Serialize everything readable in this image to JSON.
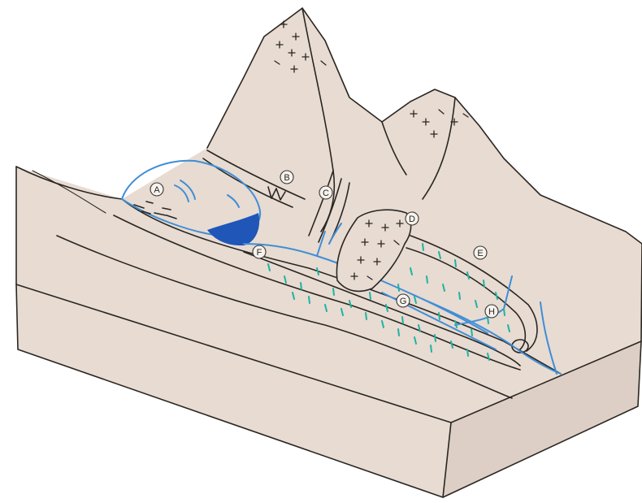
{
  "labels": [
    {
      "id": "A",
      "text": "A"
    },
    {
      "id": "B",
      "text": "B"
    },
    {
      "id": "C",
      "text": "C"
    },
    {
      "id": "D",
      "text": "D"
    },
    {
      "id": "E",
      "text": "E"
    },
    {
      "id": "F",
      "text": "F"
    },
    {
      "id": "G",
      "text": "G"
    },
    {
      "id": "H",
      "text": "H"
    }
  ],
  "colors": {
    "land": "#e7dbd2",
    "ink": "#2a2622",
    "water": "#3f8ed6",
    "lake_deep": "#1f56b8",
    "vegetation": "#1fb3a0"
  }
}
